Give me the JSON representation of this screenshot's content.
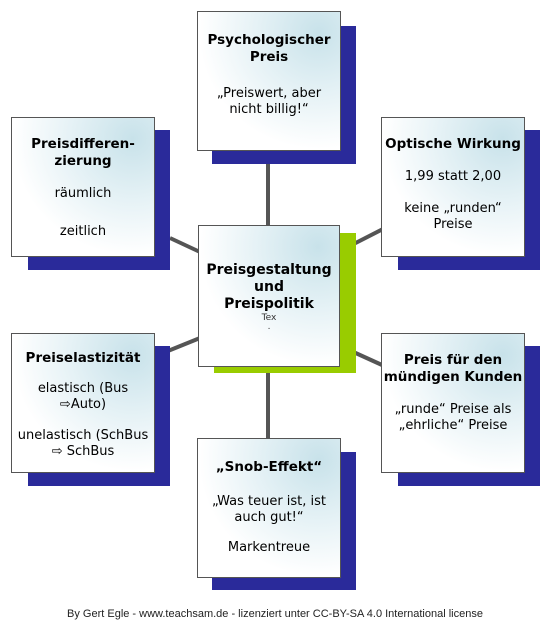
{
  "center": {
    "title_lines": [
      "Preisgestaltung",
      "und",
      "Preispolitik"
    ],
    "subtitle": "Tex",
    "dot": "."
  },
  "nodes": {
    "top": {
      "title_lines": [
        "Psychologischer",
        "Preis"
      ],
      "lines": [
        "„Preiswert, aber",
        "nicht billig!“"
      ]
    },
    "top_left": {
      "title_lines": [
        "Preisdifferen-",
        "zierung"
      ],
      "lines": [
        "räumlich",
        "zeitlich"
      ]
    },
    "top_right": {
      "title_lines": [
        "Optische Wirkung"
      ],
      "lines": [
        "1,99 statt 2,00",
        "keine „runden“",
        "Preise"
      ]
    },
    "bottom_left": {
      "title_lines": [
        "Preiselastizität"
      ],
      "lines": [
        "elastisch (Bus",
        "⇨Auto)",
        "unelastisch (SchBus",
        "⇨ SchBus"
      ]
    },
    "bottom_right": {
      "title_lines": [
        "Preis für den",
        "mündigen Kunden"
      ],
      "lines": [
        "„runde“ Preise als",
        "„ehrliche“ Preise"
      ]
    },
    "bottom": {
      "title_lines": [
        "„Snob-Effekt“"
      ],
      "lines": [
        "„Was teuer ist, ist",
        "auch gut!“",
        "Markentreue"
      ]
    }
  },
  "colors": {
    "connector": "#555555",
    "shadow": "#2a2a9a",
    "center_shadow": "#99cc00",
    "box_tint": "#c8e2ea"
  },
  "footer": "By Gert Egle - www.teachsam.de - lizenziert unter CC-BY-SA 4.0 International license"
}
